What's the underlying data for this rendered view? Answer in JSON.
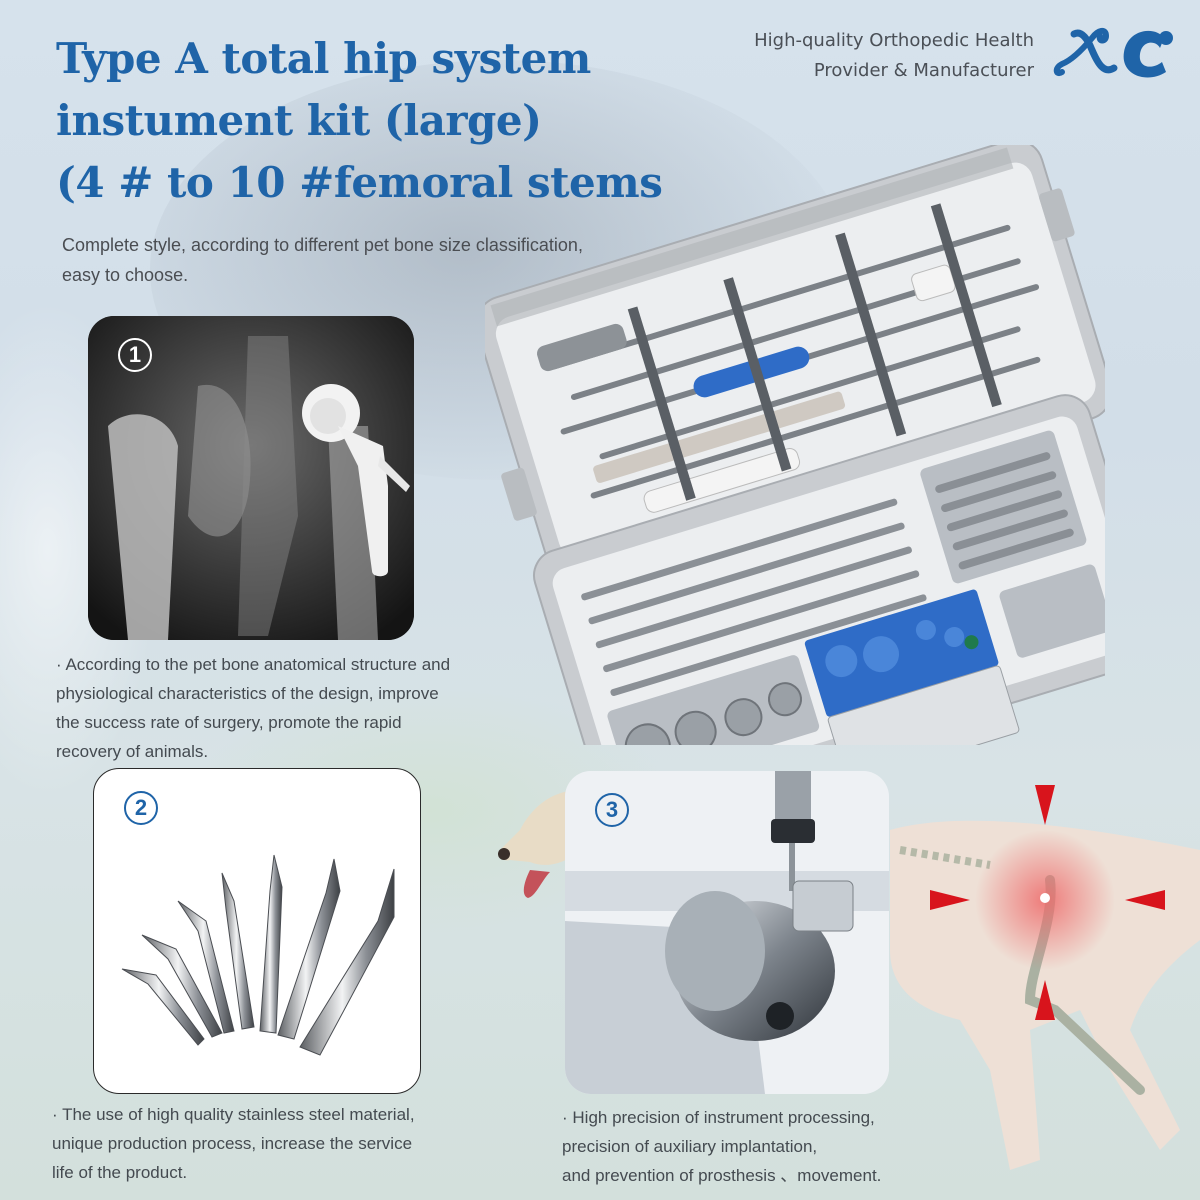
{
  "header": {
    "title_lines": [
      "Type A total hip system",
      "instument kit (large)",
      "(4 # to 10 #femoral stems"
    ],
    "tagline_lines": [
      "High-quality Orthopedic Health",
      "Provider & Manufacturer"
    ],
    "logo_text": "XC"
  },
  "subtitle": "Complete style, according to different pet bone size classification, easy to choose.",
  "features": [
    {
      "number": "1",
      "image": "hip-xray-with-implant",
      "text_lines": [
        "· According to the pet bone anatomical structure and",
        "physiological characteristics of the design, improve",
        "the success rate of surgery, promote the rapid",
        "recovery of animals."
      ]
    },
    {
      "number": "2",
      "image": "femoral-stems-set",
      "text_lines": [
        "· The use of high quality stainless steel material,",
        "unique production process, increase the service",
        "life of the product."
      ]
    },
    {
      "number": "3",
      "image": "cnc-machining-center",
      "text_lines": [
        "· High precision of instrument processing,",
        "precision of auxiliary implantation,",
        "and prevention of prosthesis 、movement."
      ]
    }
  ],
  "product_image": "instrument-case-two-trays",
  "illustration": "dog-hip-target-arrows",
  "colors": {
    "brand_blue": "#1f64a8",
    "body_text": "#444a50",
    "arrow_red": "#d8141c",
    "tray_blue": "#2f6cc7"
  }
}
